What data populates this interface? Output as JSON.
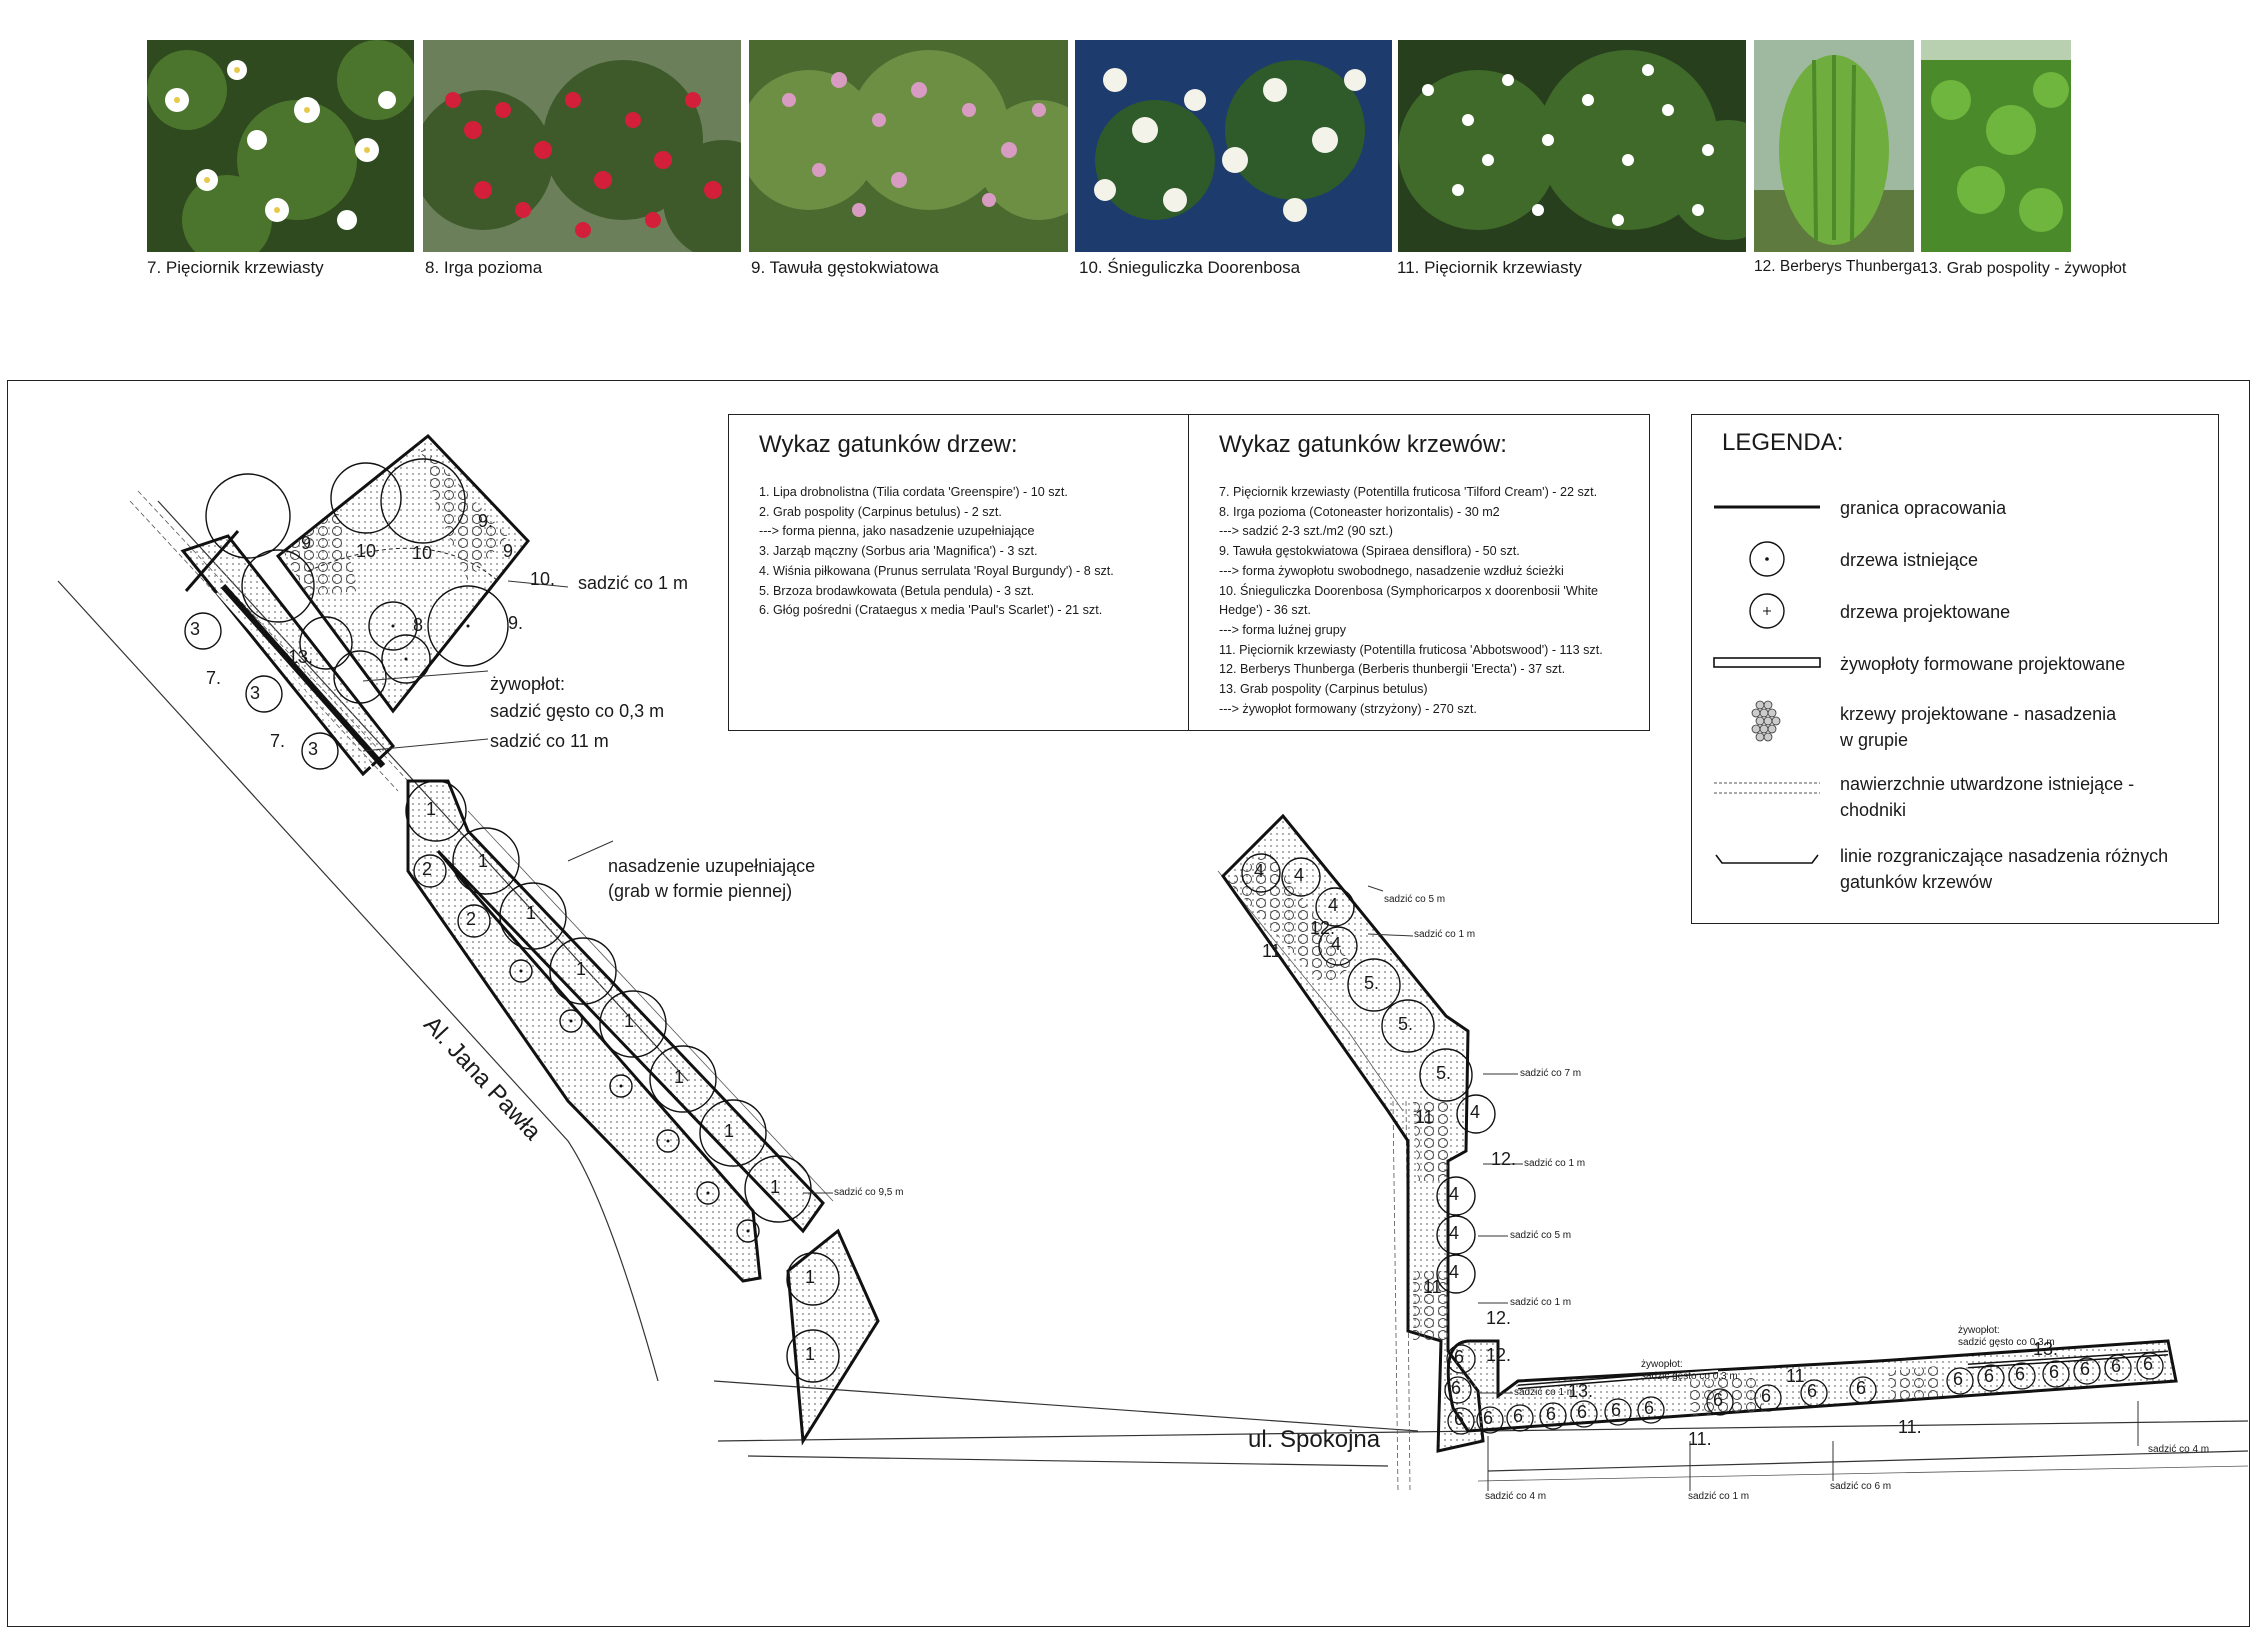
{
  "photos": [
    {
      "caption": "7. Pięciornik krzewiasty",
      "bg": "#3a5a25",
      "accent": "#ffffff"
    },
    {
      "caption": "8. Irga pozioma",
      "bg": "#5d7a3a",
      "accent": "#d0203a"
    },
    {
      "caption": "9. Tawuła gęstokwiatowa",
      "bg": "#4a6e2e",
      "accent": "#d99ac0"
    },
    {
      "caption": "10. Śnieguliczka Doorenbosa",
      "bg": "#1f3a66",
      "accent": "#f2f2ea"
    },
    {
      "caption": "11. Pięciornik krzewiasty",
      "bg": "#2f4d24",
      "accent": "#ffffff"
    },
    {
      "caption": "12. Berberys Thunberga",
      "bg": "#5a8a3a",
      "accent": "#8fc45a"
    },
    {
      "caption": "13. Grab pospolity - żywopłot",
      "bg": "#3f7a22",
      "accent": "#6db43a"
    }
  ],
  "trees": {
    "title": "Wykaz gatunków drzew:",
    "items": [
      "1. Lipa drobnolistna (Tilia cordata 'Greenspire') - 10 szt.",
      "2. Grab pospolity (Carpinus betulus) - 2 szt.",
      "---> forma pienna, jako nasadzenie uzupełniające",
      "3. Jarząb mączny (Sorbus aria 'Magnifica') - 3 szt.",
      "4. Wiśnia piłkowana (Prunus serrulata 'Royal Burgundy') - 8 szt.",
      "5. Brzoza brodawkowata (Betula pendula) - 3 szt.",
      "6. Głóg pośredni (Crataegus x media 'Paul's Scarlet') - 21 szt."
    ]
  },
  "shrubs": {
    "title": "Wykaz gatunków krzewów:",
    "items": [
      "7. Pięciornik krzewiasty (Potentilla fruticosa 'Tilford Cream') - 22 szt.",
      "8. Irga pozioma (Cotoneaster horizontalis) - 30 m2",
      "---> sadzić 2-3 szt./m2 (90 szt.)",
      "9. Tawuła gęstokwiatowa (Spiraea densiflora) - 50 szt.",
      "---> forma żywopłotu swobodnego, nasadzenie wzdłuż ścieżki",
      "10. Śnieguliczka Doorenbosa (Symphoricarpos x doorenbosii 'White",
      "Hedge') - 36 szt.",
      "---> forma luźnej grupy",
      "11. Pięciornik krzewiasty (Potentilla fruticosa 'Abbotswood') - 113 szt.",
      "12. Berberys Thunberga (Berberis thunbergii 'Erecta') - 37 szt.",
      "13. Grab pospolity (Carpinus betulus)",
      "---> żywopłot formowany (strzyżony) - 270 szt."
    ]
  },
  "legend": {
    "title": "LEGENDA:",
    "items": [
      {
        "label": "granica opracowania",
        "icon": "boundary-line-icon"
      },
      {
        "label": "drzewa istniejące",
        "icon": "existing-tree-icon"
      },
      {
        "label": "drzewa projektowane",
        "icon": "planned-tree-icon"
      },
      {
        "label": "żywopłoty formowane projektowane",
        "icon": "hedge-bar-icon"
      },
      {
        "label": "krzewy projektowane - nasadzenia\nw grupie",
        "icon": "shrub-group-icon"
      },
      {
        "label": "nawierzchnie utwardzone istniejące -\nchodniki",
        "icon": "pavement-icon"
      },
      {
        "label": "linie rozgraniczające nasadzenia różnych\ngatunków krzewów",
        "icon": "divider-line-icon"
      }
    ]
  },
  "labels": {
    "street_1": "Al. Jana Pawła",
    "street_2": "ul. Spokojna",
    "note_1m": "sadzić co 1 m",
    "note_hedge_1": "żywopłot:",
    "note_hedge_2": "sadzić gęsto co 0,3 m",
    "note_11m": "sadzić co 11 m",
    "note_suppl_1": "nasadzenie uzupełniające",
    "note_suppl_2": "(grab w formie piennej)",
    "note_9_5m": "sadzić co 9,5 m",
    "note_5m_a": "sadzić co 5 m",
    "note_1m_a": "sadzić co 1 m",
    "note_7m": "sadzić co 7 m",
    "note_1m_b": "sadzić co 1 m",
    "note_5m_b": "sadzić co 5 m",
    "note_1m_c": "sadzić co 1 m",
    "note_1m_d": "sadzić co 1 m",
    "note_hedge_small_1": "żywopłot:",
    "note_hedge_small_2": "sadzić gęsto co 0,3 m",
    "note_hedge_small_3": "żywopłot:",
    "note_hedge_small_4": "sadzić gęsto co 0,3 m",
    "note_4m_a": "sadzić co 4 m",
    "note_1m_e": "sadzić co 1 m",
    "note_6m": "sadzić co 6 m",
    "note_4m_b": "sadzić co 4 m"
  },
  "markers": {
    "n3": "3",
    "n7": "7.",
    "n9": "9.",
    "n9b": "9",
    "n10": "10.",
    "n10b": "10",
    "n8": "8",
    "n13": "13.",
    "n1": "1",
    "n2": "2",
    "n4": "4",
    "n5": "5.",
    "n6": "6",
    "n11": "11.",
    "n11b": "11",
    "n12": "12.",
    "n13b": "13."
  },
  "colors": {
    "line": "#111111",
    "fill_dots": "#d9d9d9",
    "thin": "#555555"
  }
}
